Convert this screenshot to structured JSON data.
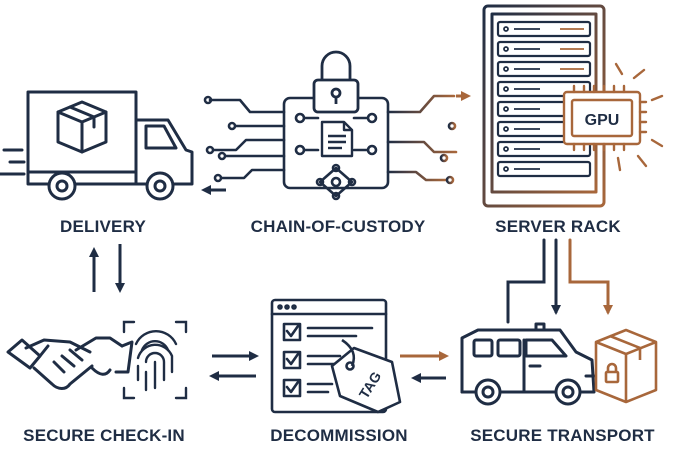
{
  "colors": {
    "navy": "#1f2d44",
    "copper": "#a8673b",
    "background": "#ffffff"
  },
  "stages": {
    "delivery": "DELIVERY",
    "chain_of_custody": "CHAIN-OF-CUSTODY",
    "server_rack": "SERVER RACK",
    "secure_check_in": "SECURE CHECK-IN",
    "decommission": "DECOMMISSION",
    "secure_transport": "SECURE TRANSPORT"
  },
  "icon_text": {
    "gpu": "GPU",
    "tag": "TAG"
  },
  "icons": [
    "delivery-truck-icon",
    "padlock-icon",
    "circuit-board-icon",
    "document-icon",
    "server-rack-icon",
    "gpu-chip-icon",
    "handshake-icon",
    "fingerprint-icon",
    "checklist-icon",
    "tag-icon",
    "armored-van-icon",
    "locked-box-icon"
  ]
}
